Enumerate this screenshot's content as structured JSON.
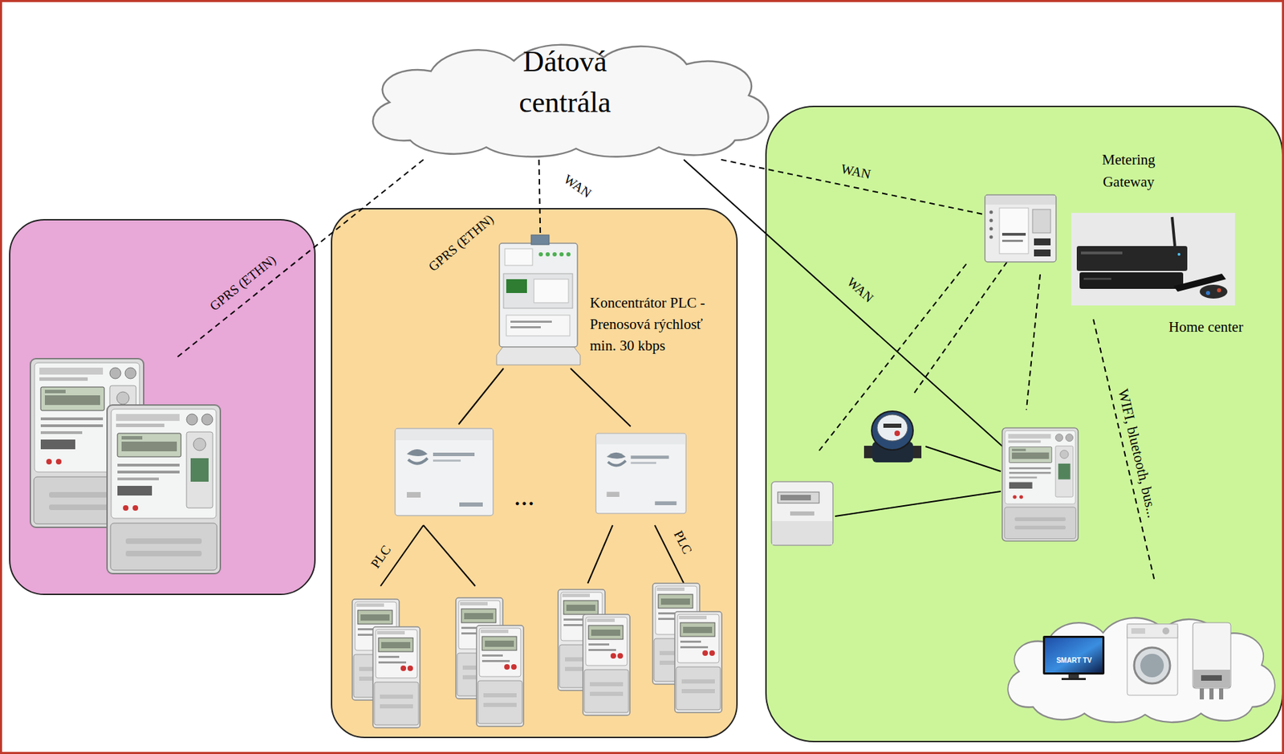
{
  "diagram": {
    "nodes": [
      {
        "text": [
          "Dátová centrála"
        ]
      },
      {
        "text": [
          "Koncentrátor PLC - Prenosová rýchlosť min. 30 kbps"
        ]
      },
      {
        "text": [
          "Metering Gateway"
        ]
      },
      {
        "text": [
          "Home center"
        ]
      }
    ],
    "edges": [
      {
        "from": 0,
        "to": 1,
        "arrow": "none",
        "label": "WAN"
      },
      {
        "from": 0,
        "to": 2,
        "arrow": "none",
        "label": "WAN"
      }
    ],
    "labels": [
      "GPRS (ETHN)",
      "GPRS (ETHN)",
      "WAN",
      "PLC",
      "PLC",
      "...",
      "WIFI, bluetooth, bus...",
      "SMART TV"
    ]
  }
}
